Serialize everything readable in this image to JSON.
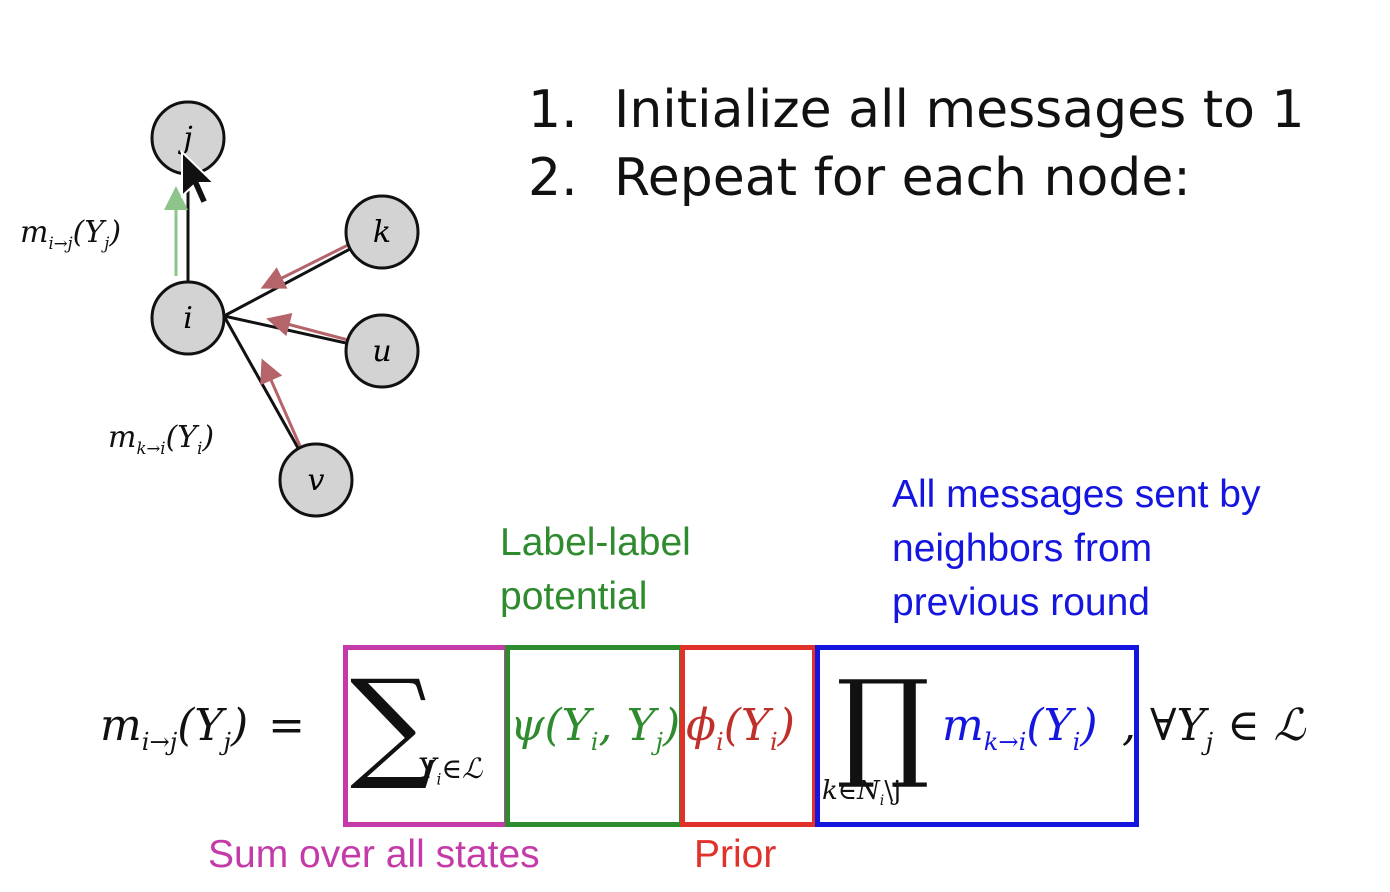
{
  "graph": {
    "nodes": {
      "j": "j",
      "k": "k",
      "i": "i",
      "u": "u",
      "v": "v"
    },
    "label_top": {
      "m": "m",
      "sub": "i→j",
      "arg": "(Y",
      "argsub": "j",
      "close": ")"
    },
    "label_bottom": {
      "m": "m",
      "sub": "k→i",
      "arg": "(Y",
      "argsub": "i",
      "close": ")"
    }
  },
  "steps": [
    {
      "num": "1.",
      "text": "Initialize all messages to 1"
    },
    {
      "num": "2.",
      "text": "Repeat for each node:"
    }
  ],
  "annotations": {
    "sum": "Sum over all states",
    "label_label": [
      "Label-label",
      "potential"
    ],
    "prior": "Prior",
    "messages": [
      "All messages sent by",
      "neighbors from",
      "previous round"
    ]
  },
  "equation": {
    "lhs_m": "m",
    "lhs_sub": "i→j",
    "lhs_arg": "(Y",
    "lhs_argsub": "j",
    "lhs_close": ")",
    "equals": "=",
    "sum_symbol": "∑",
    "sum_sub": "Y",
    "sum_subsub": "i",
    "sum_set": "∈ℒ",
    "psi": "ψ(Y",
    "psi_s1": "i",
    "psi_mid": ", Y",
    "psi_s2": "j",
    "psi_close": ")",
    "phi": "ϕ",
    "phi_sub": "i",
    "phi_arg": "(Y",
    "phi_argsub": "i",
    "phi_close": ")",
    "prod_symbol": "∏",
    "prod_sub": "k∈N",
    "prod_subsub": "i",
    "prod_rest": "\\j",
    "msg_m": "m",
    "msg_sub": "k→i",
    "msg_arg": "(Y",
    "msg_argsub": "i",
    "msg_close": ")",
    "tail": ", ∀Y",
    "tail_sub": "j",
    "tail_rest": " ∈ ℒ"
  },
  "colors": {
    "sum": "#c43aa8",
    "label_label": "#2e8b2e",
    "prior": "#e0312a",
    "messages": "#1515e0",
    "arrow_red": "#b5646a",
    "arrow_green": "#8cc48c"
  }
}
